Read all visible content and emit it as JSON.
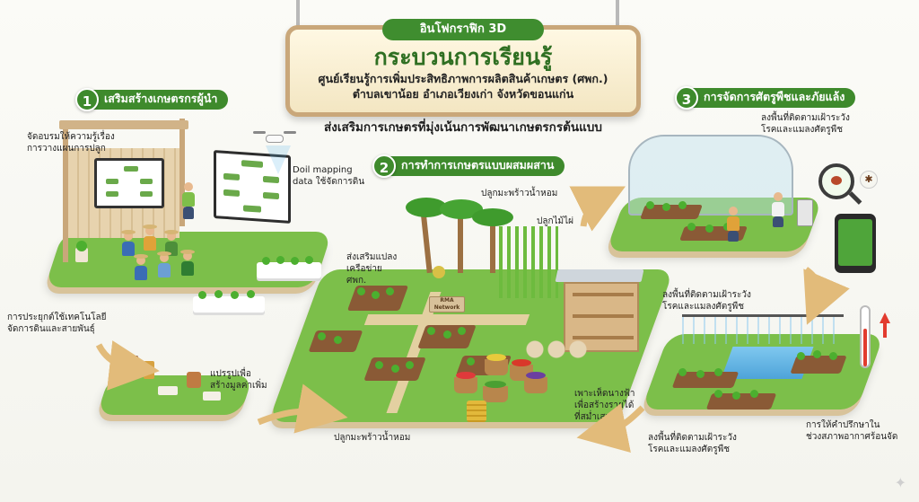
{
  "header": {
    "tag": "อินโฟกราฟิก 3D",
    "title": "กระบวนการเรียนรู้",
    "subtitle1": "ศูนย์เรียนรู้การเพิ่มประสิทธิภาพการผลิตสินค้าเกษตร (ศพก.)",
    "subtitle2": "ตำบลเขาน้อย อำเภอเวียงเก่า จังหวัดขอนแก่น",
    "tagline": "ส่งเสริมการเกษตรที่มุ่งเน้นการพัฒนาเกษตรกรต้นแบบ"
  },
  "sections": [
    {
      "num": "1",
      "label": "เสริมสร้างเกษตรกรผู้นำ"
    },
    {
      "num": "2",
      "label": "การทำการเกษตรแบบผสมผสาน"
    },
    {
      "num": "3",
      "label": "การจัดการศัตรูพืชและภัยแล้ง"
    }
  ],
  "labels": {
    "training": "จัดอบรมให้ความรู้เรื่อง\nการวางแผนการปลูก",
    "drone": "Doil mapping\ndata ใช้จัดการดิน",
    "tech": "การประยุกต์ใช้เทคโนโลยี\nจัดการดินและสายพันธุ์",
    "process": "แปรรูปเพื่อ\nสร้างมูลค่าเพิ่ม",
    "network": "ส่งเสริมแปลง\nเครือข่าย\nศพก.",
    "coconut_top": "ปลูกมะพร้าวน้ำหอม",
    "bamboo": "ปลูกไม้ไผ่",
    "coconut_bottom": "ปลูกมะพร้าวน้ำหอม",
    "mushroom": "เพาะเห็ดนางฟ้า\nเพื่อสร้างรายได้\nที่สม่ำเสมอ",
    "pest_top": "ลงพื้นที่ติดตามเฝ้าระวัง\nโรคและแมลงศัตรูพืช",
    "pest_mid": "ลงพื้นที่ติดตามเฝ้าระวัง\nโรคและแมลงศัตรูพืช",
    "pest_bottom": "ลงพื้นที่ติดตามเฝ้าระวัง\nโรคและแมลงศัตรูพืช",
    "drought": "การให้คำปรึกษาใน\nช่วงสภาพอากาศร้อนจัด",
    "network_sign": "RMA\nNetwork"
  },
  "colors": {
    "brand_green": "#3e8a2c",
    "grass": "#7cbf4a",
    "soil": "#8a5a36",
    "wood": "#c9a77a"
  }
}
